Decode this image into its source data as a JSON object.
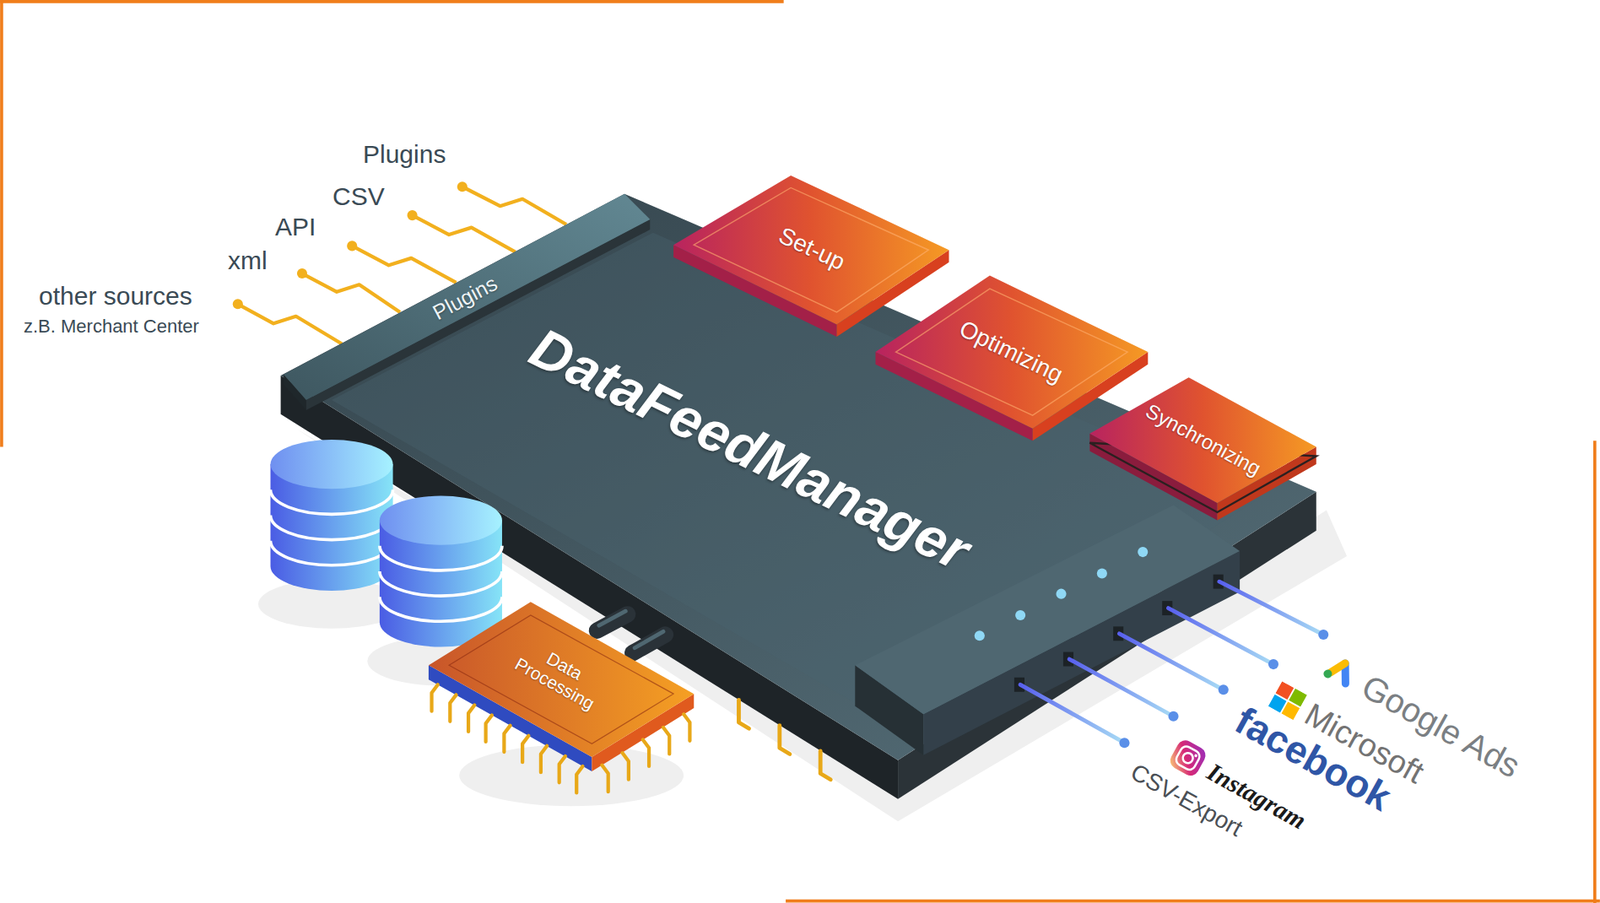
{
  "diagram": {
    "nodes": [
      {
        "text": [
          "DataFeedManager"
        ]
      },
      {
        "text": [
          "Plugins"
        ],
        "in": 0
      },
      {
        "text": [
          "Set-up"
        ],
        "in": 0
      },
      {
        "text": [
          "Optimizing"
        ],
        "in": 0
      },
      {
        "text": [
          "Synchronizing"
        ],
        "in": 0
      },
      {
        "text": [
          "Data Processing"
        ]
      }
    ],
    "labels": [
      "Plugins",
      "CSV",
      "API",
      "xml",
      "other sources",
      "z.B. Merchant Center",
      "Google Ads",
      "Microsoft",
      "facebook",
      "Instagram",
      "CSV-Export"
    ]
  }
}
